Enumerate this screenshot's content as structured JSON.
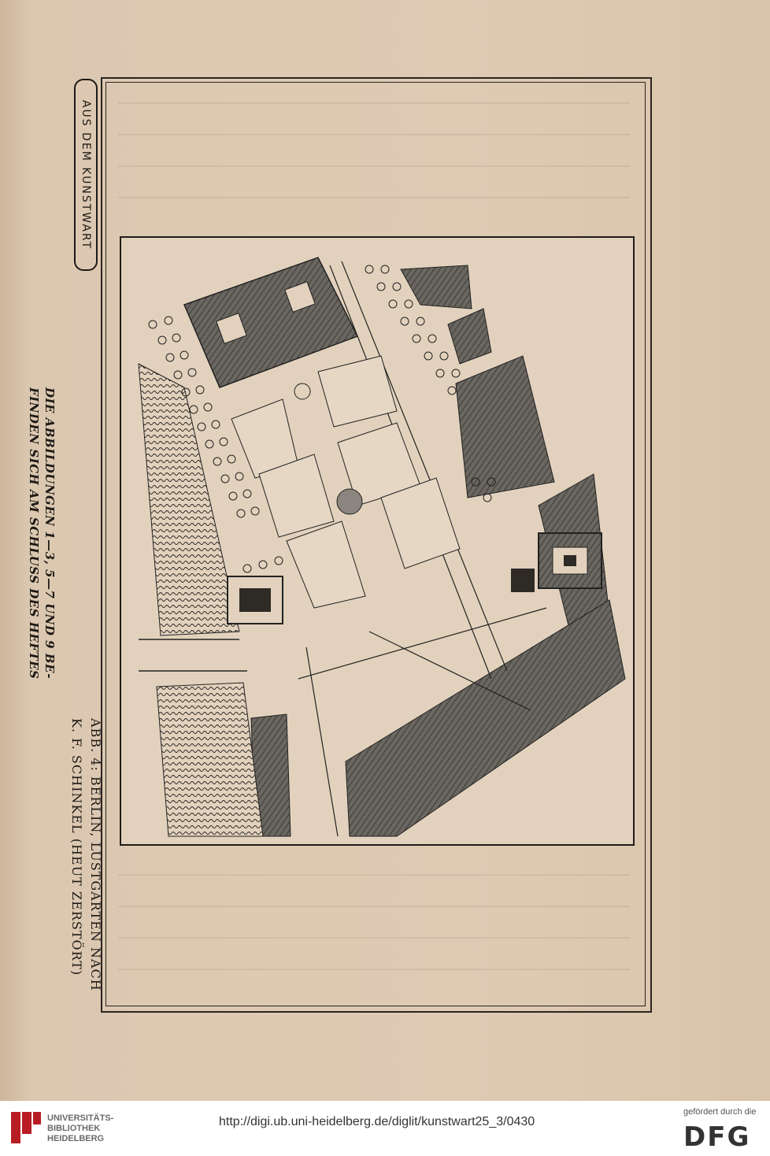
{
  "header": {
    "label": "AUS DEM KUNSTWART"
  },
  "figure": {
    "caption_line1": "ABB. 4: BERLIN, LUSTGARTEN NACH",
    "caption_line2": "K. F. SCHINKEL (HEUT ZERSTÖRT)"
  },
  "note": {
    "line1": "DIE ABBILDUNGEN 1—3, 5—7 UND 9 BE-",
    "line2": "FINDEN SICH AM SCHLUSS DES HEFTES"
  },
  "footer": {
    "library_line1": "UNIVERSITÄTS-",
    "library_line2": "BIBLIOTHEK",
    "library_line3": "HEIDELBERG",
    "url": "http://digi.ub.uni-heidelberg.de/diglit/kunstwart25_3/0430",
    "funding_label": "gefördert durch die",
    "funder": "DFG"
  },
  "colors": {
    "paper": "#dcc8b1",
    "ink": "#1d1915",
    "plan_fill": "#5d5a55"
  }
}
